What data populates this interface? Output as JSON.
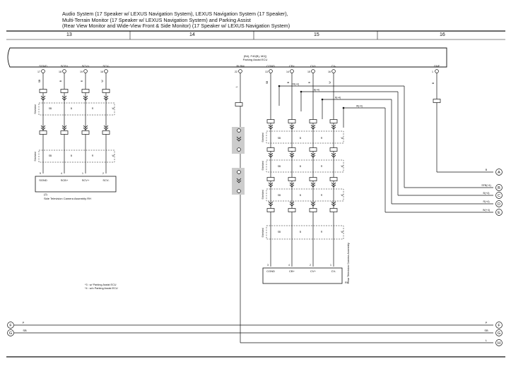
{
  "title": {
    "line1": "Audio System (17 Speaker w/ LEXUS Navigation System),  LEXUS Navigation System (17 Speaker),",
    "line2": "Multi-Terrain Monitor (17 Speaker w/ LEXUS Navigation System) and Parking Assist",
    "line3": "(Rear View Monitor and Wide-View Front & Side Monitor) (17 Speaker w/ LEXUS Navigation System)"
  },
  "columns": [
    "13",
    "14",
    "15",
    "16"
  ],
  "ecu": {
    "line1": "(B4), F40(B), M2()",
    "line2": "Parking Assist ECU"
  },
  "ecu_pins": [
    {
      "num": "17",
      "label": "SGND"
    },
    {
      "num": "18",
      "label": "SCB+"
    },
    {
      "num": "19",
      "label": "SCV+"
    },
    {
      "num": "16",
      "label": "SCV-"
    },
    {
      "num": "22",
      "label": "BLRM"
    },
    {
      "num": "13",
      "label": "CGND"
    },
    {
      "num": "14",
      "label": "CB+"
    },
    {
      "num": "15",
      "label": "CV+"
    },
    {
      "num": "16",
      "label": "CV-"
    },
    {
      "num": "1",
      "label": "GNF"
    }
  ],
  "shielded": "Shielded",
  "left_device": {
    "pins": [
      "SGND",
      "SCB+",
      "SCV+",
      "SCV-"
    ],
    "nums": [
      "5",
      "4",
      "1",
      "2"
    ],
    "ref": "(2)",
    "name": "Side Television Camera Assembly RH"
  },
  "right_device": {
    "pins": [
      "CGND",
      "CB+",
      "CV+",
      "CV-"
    ],
    "nums": [
      "3",
      "4",
      "2",
      "1"
    ],
    "ref": "R1",
    "name": "Rear Television Camera Assembly"
  },
  "notes": [
    "*3 : w/ Parking Assist ECU",
    "*4 : w/o Parking Assist ECU"
  ],
  "wire_labels": {
    "sgnd": "SB",
    "scb": "B",
    "scv": "R",
    "scvn": "W",
    "blrm": "L",
    "gnf": "B",
    "g_pin": "B",
    "b_pin": "SB",
    "fr4": "FR(+4)",
    "b4": "B(+4)",
    "r4": "R(+4)",
    "w4": "W(+4)"
  },
  "refs": {
    "A": "A",
    "B": "B",
    "C": "C",
    "D": "D",
    "E": "E",
    "F": "F",
    "G": "G",
    "H": "H"
  },
  "bottom_wires": [
    {
      "left": "P",
      "right": "P"
    },
    {
      "left": "SB",
      "right": "SB"
    },
    {
      "left": "",
      "right": "L"
    }
  ],
  "right_wires": [
    {
      "label": "B"
    },
    {
      "label": "SFB(+4)"
    },
    {
      "label": "B(+4)"
    },
    {
      "label": "R(+4)"
    },
    {
      "label": "W(+4)"
    }
  ]
}
